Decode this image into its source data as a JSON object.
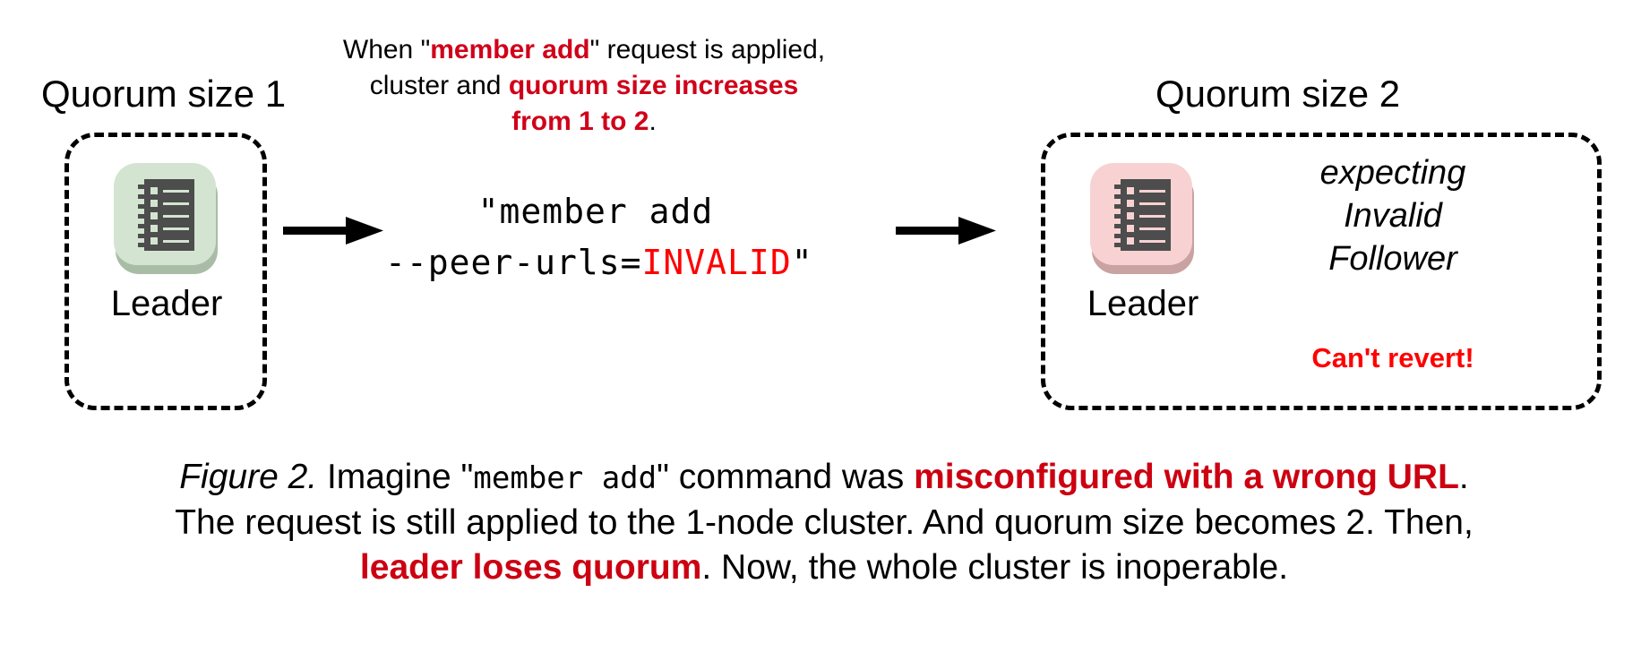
{
  "figure": {
    "top_note": {
      "segments": [
        {
          "text": "When \"",
          "style": "plain"
        },
        {
          "text": "member add",
          "style": "highlight"
        },
        {
          "text": "\" request is applied, cluster and ",
          "style": "plain"
        },
        {
          "text": "quorum size increases from 1 to 2",
          "style": "highlight"
        },
        {
          "text": ".",
          "style": "plain"
        }
      ],
      "line1_plain_a": "When \"",
      "line1_hl": "member add",
      "line1_plain_b": "\" request is applied,",
      "line2_plain_a": "cluster and ",
      "line2_hl": "quorum size increases",
      "line3_hl": "from 1 to 2",
      "line3_plain": "."
    },
    "left_cluster": {
      "group_label": "Quorum size 1",
      "node_label": "Leader",
      "icon_name": "server-rack-icon",
      "icon_tile_color": "#d3e5d0",
      "icon_shadow_color": "#a9bda6",
      "icon_glyph_color": "#4d4d4d"
    },
    "right_cluster": {
      "group_label": "Quorum size 2",
      "node_label": "Leader",
      "icon_name": "server-rack-icon",
      "icon_tile_color": "#f8d2d2",
      "icon_shadow_color": "#c9a2a2",
      "icon_glyph_color": "#4d4d4d",
      "status_lines": [
        "expecting",
        "Invalid",
        "Follower"
      ],
      "warning": "Can't revert!",
      "warning_color": "#ff0000"
    },
    "command": {
      "line1": "\"member add",
      "line2_prefix": "--peer-urls=",
      "line2_invalid": "INVALID",
      "line2_suffix": "\"",
      "invalid_color": "#ff0000"
    },
    "arrows": {
      "arrow1_name": "flow-arrow-right",
      "arrow2_name": "flow-arrow-right",
      "color": "#000000"
    },
    "caption": {
      "line1": {
        "fig_num": "Figure 2.",
        "plain_a": " Imagine \"",
        "mono": "member add",
        "plain_b": "\" command was ",
        "hl": "misconfigured with a wrong URL",
        "plain_c": "."
      },
      "line2": "The request is still applied to the 1-node cluster. And quorum size becomes 2. Then,",
      "line3": {
        "hl": "leader loses quorum",
        "plain": ". Now, the whole cluster is inoperable."
      }
    },
    "colors": {
      "accent_red_bright": "#ff0000",
      "accent_red_dark": "#cc0011",
      "note_red": "#d00019",
      "text_black": "#000000",
      "background": "#ffffff"
    }
  }
}
